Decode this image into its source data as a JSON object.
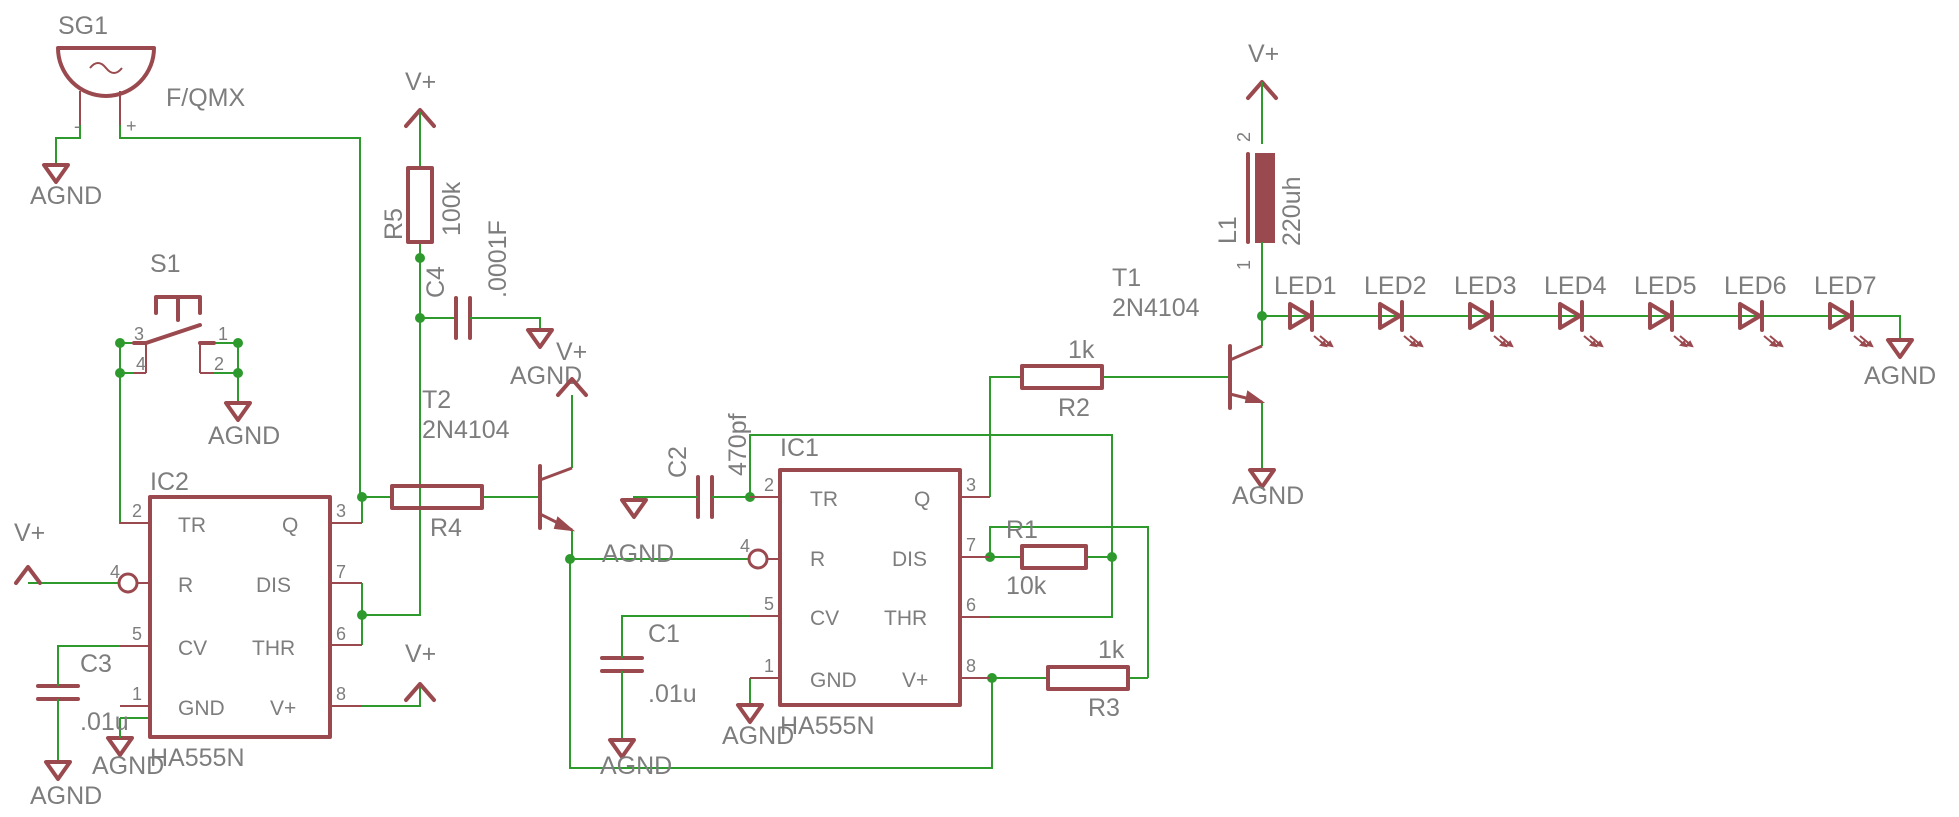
{
  "labels": {
    "sg1": "SG1",
    "sg1_val": "F/QMX",
    "sg1_minus": "-",
    "sg1_plus": "+",
    "s1": "S1",
    "ic2": "IC2",
    "ic2_part": "HA555N",
    "ic1": "IC1",
    "ic1_part": "HA555N",
    "r5": "R5",
    "r5_val": "100k",
    "c4": "C4",
    "c4_val": ".0001F",
    "t2": "T2",
    "t2_part": "2N4104",
    "r4": "R4",
    "c2": "C2",
    "c2_val": "470pf",
    "c1": "C1",
    "c1_val": ".01u",
    "c3": "C3",
    "c3_val": ".01u",
    "r1": "R1",
    "r1_val": "10k",
    "r2": "R2",
    "r2_val": "1k",
    "r3": "R3",
    "r3_val": "1k",
    "t1": "T1",
    "t1_part": "2N4104",
    "l1": "L1",
    "l1_val": "220uh",
    "leds": [
      "LED1",
      "LED2",
      "LED3",
      "LED4",
      "LED5",
      "LED6",
      "LED7"
    ],
    "agnd": "AGND",
    "vplus": "V+"
  },
  "pins_555": {
    "tr": "TR",
    "q": "Q",
    "r": "R",
    "dis": "DIS",
    "cv": "CV",
    "thr": "THR",
    "gnd": "GND",
    "vplus": "V+",
    "n2": "2",
    "n3": "3",
    "n4": "4",
    "n7": "7",
    "n5": "5",
    "n6": "6",
    "n1": "1",
    "n8": "8"
  },
  "switch_pins": {
    "p1": "1",
    "p2": "2",
    "p3": "3",
    "p4": "4"
  },
  "inductor_pins": {
    "p1": "1",
    "p2": "2"
  },
  "colors": {
    "wire": "#2e9a2e",
    "symbol": "#9a4a4e",
    "text": "#7d7d7d"
  }
}
